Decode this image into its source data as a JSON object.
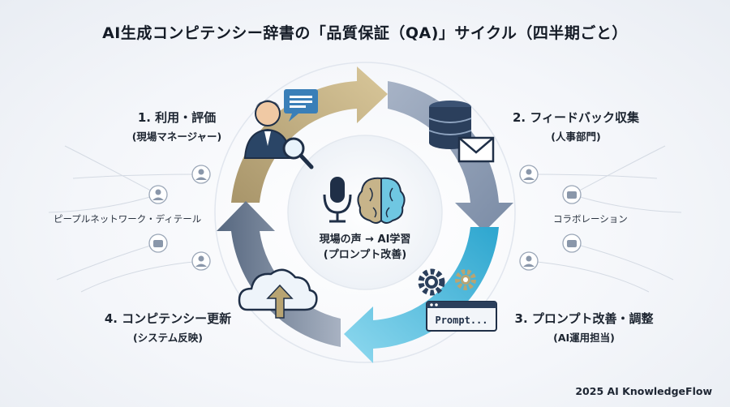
{
  "title": "AI生成コンピテンシー辞書の「品質保証（QA)」サイクル（四半期ごと）",
  "steps": [
    {
      "heading": "1. 利用・評価",
      "sub": "(現場マネージャー)"
    },
    {
      "heading": "2. フィードバック収集",
      "sub": "(人事部門)"
    },
    {
      "heading": "3. プロンプト改善・調整",
      "sub": "(AI運用担当)"
    },
    {
      "heading": "4. コンピテンシー更新",
      "sub": "(システム反映)"
    }
  ],
  "center": {
    "line1": "現場の声 → AI学習",
    "line2": "(プロンプト改善)"
  },
  "side_labels": {
    "left": "ピープルネットワーク・ディテール",
    "right": "コラボレーション"
  },
  "prompt_box": {
    "label": "Prompt..."
  },
  "footer": "2025 AI KnowledgeFlow",
  "colors": {
    "gold": "#b8a472",
    "slate": "#8a9ab3",
    "cyan": "#42b8d8",
    "navy": "#2b3f5c",
    "blue": "#3a7fb8"
  },
  "icons": [
    "manager-avatar-icon",
    "chat-bubble-icon",
    "magnifier-icon",
    "database-icon",
    "envelope-icon",
    "microphone-icon",
    "brain-icon",
    "gear-icon",
    "cloud-upload-icon",
    "prompt-window-icon",
    "person-node-icon",
    "robot-node-icon"
  ]
}
